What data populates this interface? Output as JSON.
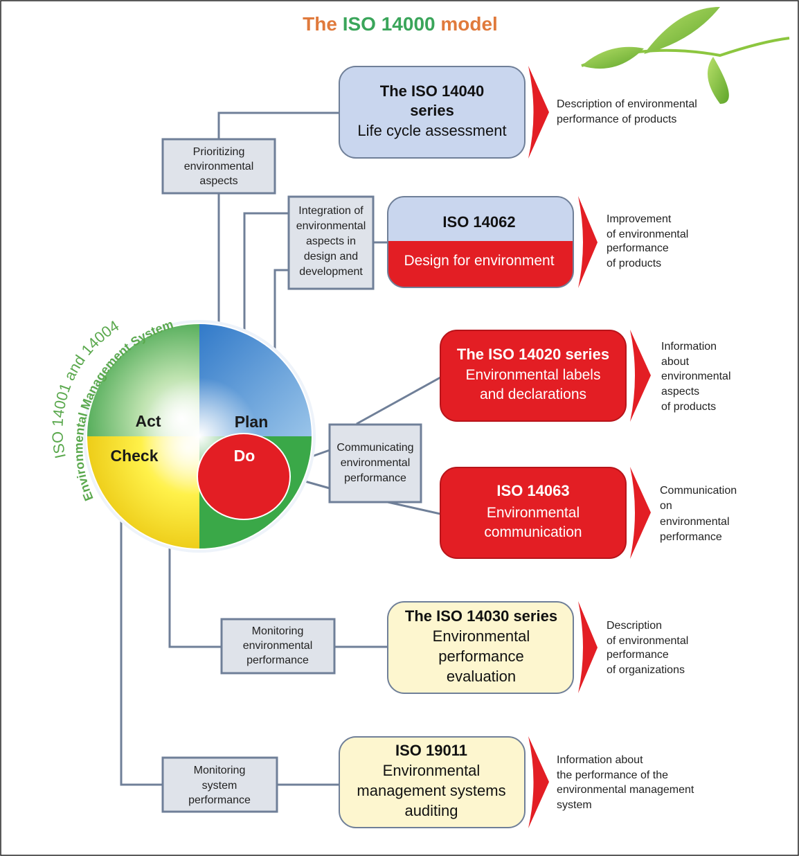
{
  "title": {
    "part1": "The ",
    "part2": "ISO 14000",
    "part3": " model",
    "colors": {
      "orange": "#e07a3c",
      "green": "#3aa55a"
    }
  },
  "circle": {
    "arc_line1": "ISO 14001 and 14004",
    "arc_line2": "Environmental Management System",
    "act": "Act",
    "plan": "Plan",
    "check": "Check",
    "do": "Do"
  },
  "process_boxes": {
    "prioritizing": [
      "Prioritizing",
      "environmental",
      "aspects"
    ],
    "integration": [
      "Integration of",
      "environmental",
      "aspects in",
      "design and",
      "development"
    ],
    "communicating": [
      "Communicating",
      "environmental",
      "performance"
    ],
    "monitoring_env": [
      "Monitoring",
      "environmental",
      "performance"
    ],
    "monitoring_sys": [
      "Monitoring",
      "system",
      "performance"
    ]
  },
  "standards": {
    "iso14040": {
      "lines": [
        "The ISO 14040",
        "series",
        "Life cycle assessment"
      ]
    },
    "iso14062": {
      "title": "ISO 14062",
      "subtitle": "Design for environment"
    },
    "iso14020": {
      "lines": [
        "The ISO 14020 series",
        "Environmental labels",
        "and declarations"
      ]
    },
    "iso14063": {
      "lines": [
        "ISO 14063",
        "Environmental",
        "communication"
      ]
    },
    "iso14030": {
      "lines": [
        "The ISO 14030 series",
        "Environmental",
        "performance",
        "evaluation"
      ]
    },
    "iso19011": {
      "lines": [
        "ISO 19011",
        "Environmental",
        "management systems",
        "auditing"
      ]
    }
  },
  "outcomes": {
    "o14040": [
      "Description of environmental",
      "performance of products"
    ],
    "o14062": [
      "Improvement",
      "of environmental",
      "performance",
      "of products"
    ],
    "o14020": [
      "Information",
      "about",
      "environmental",
      "aspects",
      "of products"
    ],
    "o14063": [
      "Communication",
      "on",
      "environmental",
      "performance"
    ],
    "o14030": [
      "Description",
      "of environmental",
      "performance",
      "of organizations"
    ],
    "o19011": [
      "Information about",
      "the performance of the",
      "environmental management",
      "system"
    ]
  },
  "palette": {
    "red": "#e31e24",
    "blue_box": "#c9d6ee",
    "yellow_box": "#fdf6cf",
    "gray_box": "#dfe3ea",
    "connector": "#6f7f98",
    "leaf_green": "#8cc63f"
  }
}
